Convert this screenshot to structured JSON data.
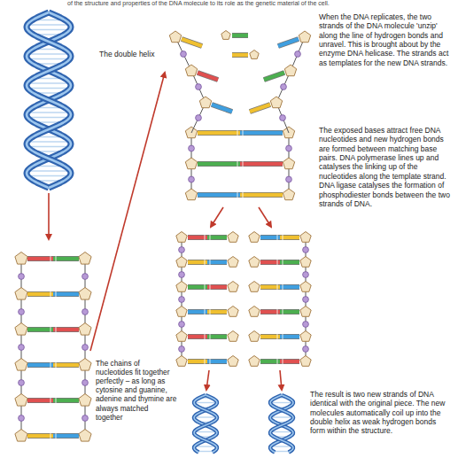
{
  "diagram": {
    "labels": [
      "of the structure and properties of the DNA molecule to its role as the genetic material of the cell.",
      "The double helix",
      "When the DNA replicates, the two strands of the DNA molecule 'unzip' along the line of hydrogen bonds and unravel. This is brought about by the enzyme DNA helicase. The strands act as templates for the new DNA strands.",
      "The chains of nucleotides fit together perfectly – as long as cytosine and guanine, adenine and thymine are always matched together",
      "The exposed bases attract free DNA nucleotides and new hydrogen bonds are formed between matching base pairs. DNA polymerase lines up and catalyses the linking up of the nucleotides along the template strand. DNA ligase catalyses the formation of phosphodiester bonds between the two strands of DNA.",
      "The result is two new strands of DNA identical with the original piece. The new molecules automatically coil up into the double helix as weak hydrogen bonds form within the structure."
    ]
  }
}
